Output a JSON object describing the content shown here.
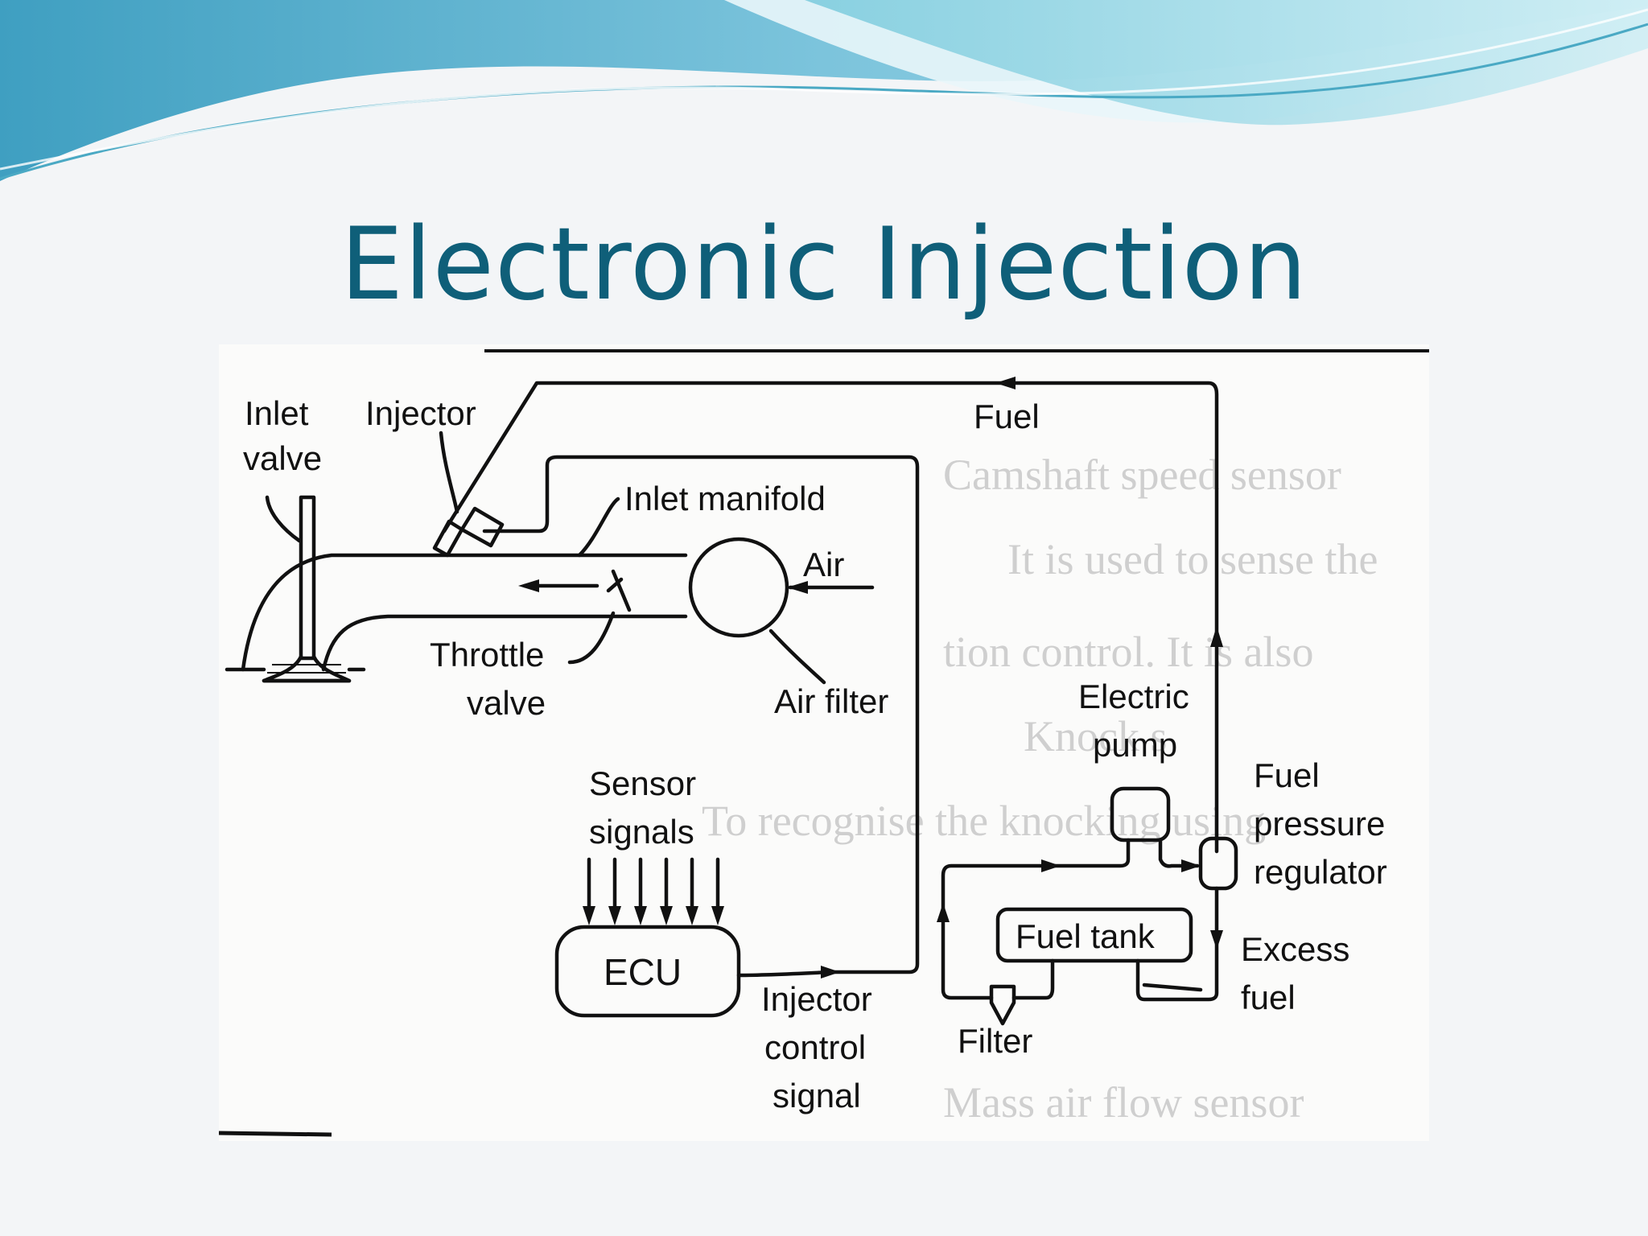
{
  "slide": {
    "title": "Electronic Injection"
  },
  "diagram": {
    "labels": {
      "inlet_valve": [
        "Inlet",
        "valve"
      ],
      "injector": "Injector",
      "fuel": "Fuel",
      "inlet_manifold": "Inlet manifold",
      "air": "Air",
      "throttle_valve": [
        "Throttle",
        "valve"
      ],
      "air_filter": "Air filter",
      "electric_pump": [
        "Electric",
        "pump"
      ],
      "fuel_pressure_regulator": [
        "Fuel",
        "pressure",
        "regulator"
      ],
      "sensor_signals": [
        "Sensor",
        "signals"
      ],
      "ecu": "ECU",
      "fuel_tank": "Fuel tank",
      "excess_fuel": [
        "Excess",
        "fuel"
      ],
      "injector_control_signal": [
        "Injector",
        "control",
        "signal"
      ],
      "filter": "Filter"
    },
    "bleed_through": {
      "line1": "Camshaft speed sensor",
      "line2": "It is used to sense the",
      "line3": "tion control. It is also",
      "line4": "Knock s",
      "line5": "To recognise the knocking using",
      "line6": "Mass air flow sensor"
    }
  }
}
